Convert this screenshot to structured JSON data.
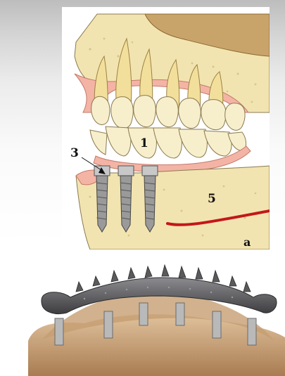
{
  "figure": {
    "panel_a": {
      "callouts": {
        "crown_label": "1",
        "implant_label": "3",
        "bone_label": "5",
        "panel_label": "a"
      },
      "colors": {
        "bone": "#f2e4b0",
        "teeth": "#f7efcc",
        "gingiva": "#f4b4a5",
        "implant": "#9a9a9a",
        "nerve": "#c4161c",
        "sinus": "#c9a46a"
      }
    },
    "panel_b": {
      "colors": {
        "framework": "#6f6f72",
        "model": "#caa47c",
        "abutment": "#b9b9b9"
      }
    }
  }
}
